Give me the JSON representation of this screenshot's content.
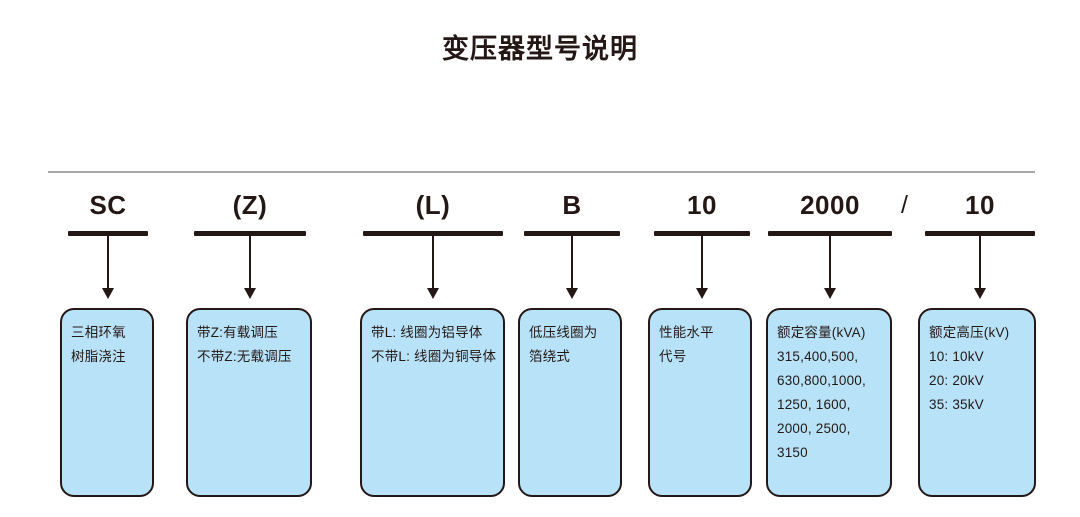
{
  "title": "变压器型号说明",
  "separator": "/",
  "colors": {
    "box_fill": "#b8e2f8",
    "box_border": "#231815",
    "text": "#231815",
    "rule": "#a8a8a8"
  },
  "segments": [
    {
      "code": "SC",
      "lines": [
        "三相环氧",
        "树脂浇注"
      ]
    },
    {
      "code": "(Z)",
      "lines": [
        "带Z:有载调压",
        "不带Z:无载调压"
      ]
    },
    {
      "code": "(L)",
      "lines": [
        "带L: 线圈为铝导体",
        "不带L: 线圈为铜导体"
      ]
    },
    {
      "code": "B",
      "lines": [
        "低压线圈为",
        "箔绕式"
      ]
    },
    {
      "code": "10",
      "lines": [
        "性能水平",
        "代号"
      ]
    },
    {
      "code": "2000",
      "lines": [
        "额定容量(kVA)",
        "315,400,500,",
        "630,800,1000,",
        "1250, 1600,",
        "2000, 2500,",
        "3150"
      ]
    },
    {
      "code": "10",
      "lines": [
        "额定高压(kV)",
        "10: 10kV",
        "20: 20kV",
        "35: 35kV"
      ]
    }
  ]
}
